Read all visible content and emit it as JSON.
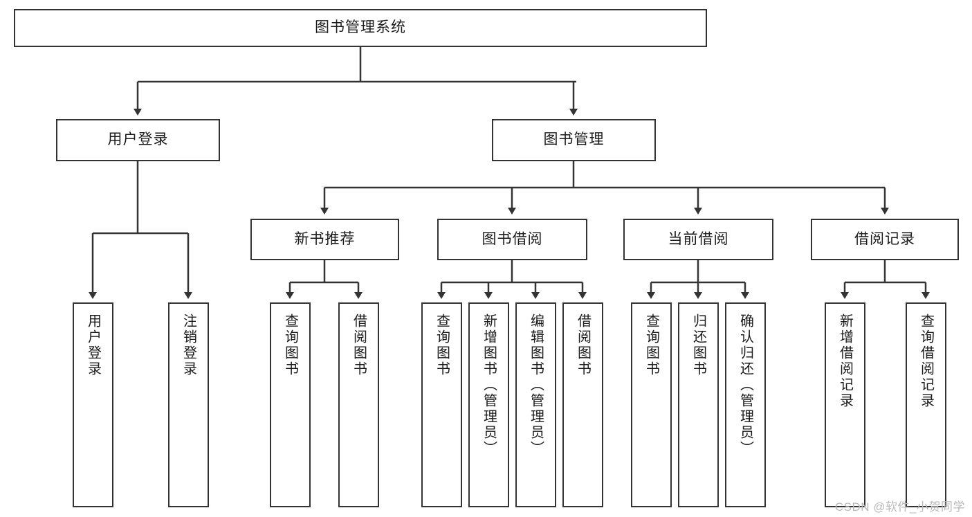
{
  "diagram": {
    "title_node": {
      "label": "图书管理系统"
    },
    "level2": [
      {
        "label": "用户登录"
      },
      {
        "label": "图书管理"
      }
    ],
    "level3": [
      {
        "label": "新书推荐"
      },
      {
        "label": "图书借阅"
      },
      {
        "label": "当前借阅"
      },
      {
        "label": "借阅记录"
      }
    ],
    "leaves": {
      "user_login": [
        {
          "label": "用户登录"
        },
        {
          "label": "注销登录"
        }
      ],
      "new_book_recommend": [
        {
          "label": "查询图书"
        },
        {
          "label": "借阅图书"
        }
      ],
      "book_borrow": [
        {
          "label": "查询图书"
        },
        {
          "label": "新增图书（管理员）"
        },
        {
          "label": "编辑图书（管理员）"
        },
        {
          "label": "借阅图书"
        }
      ],
      "current_borrow": [
        {
          "label": "查询图书"
        },
        {
          "label": "归还图书"
        },
        {
          "label": "确认归还（管理员）"
        }
      ],
      "borrow_record": [
        {
          "label": "新增借阅记录"
        },
        {
          "label": "查询借阅记录"
        }
      ]
    }
  },
  "watermark": {
    "text": "CSDN @软件_小贺同学"
  },
  "colors": {
    "border": "#333333",
    "background": "#ffffff",
    "text": "#1b1b1b",
    "watermark": "#b9b9b9"
  }
}
